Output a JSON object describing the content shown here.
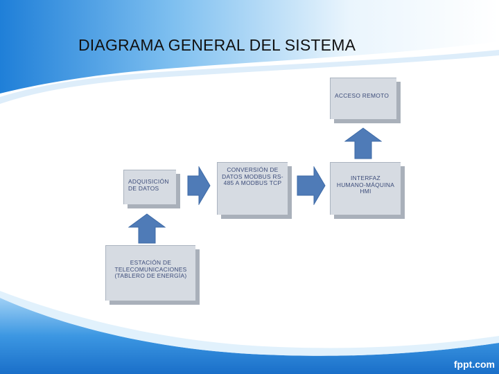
{
  "title": "DIAGRAMA GENERAL DEL SISTEMA",
  "boxes": {
    "acceso_remoto": "ACCESO REMOTO",
    "adquisicion": "ADQUISICIÓN DE DATOS",
    "conversion": "CONVERSIÓN DE DATOS MODBUS RS-485 A MODBUS TCP",
    "hmi": "INTERFAZ HUMANO-MÁQUINA HMI",
    "estacion": "ESTACIÓN DE TELECOMUNICACIONES (TABLERO DE ENERGÍA)"
  },
  "watermark": "fppt.com",
  "colors": {
    "arrow": "#4f7bb7",
    "box_face": "#d6dbe2",
    "box_shadow": "#a9b0ba",
    "box_text": "#3a4a78",
    "bg_blue": "#2f8ee0"
  }
}
